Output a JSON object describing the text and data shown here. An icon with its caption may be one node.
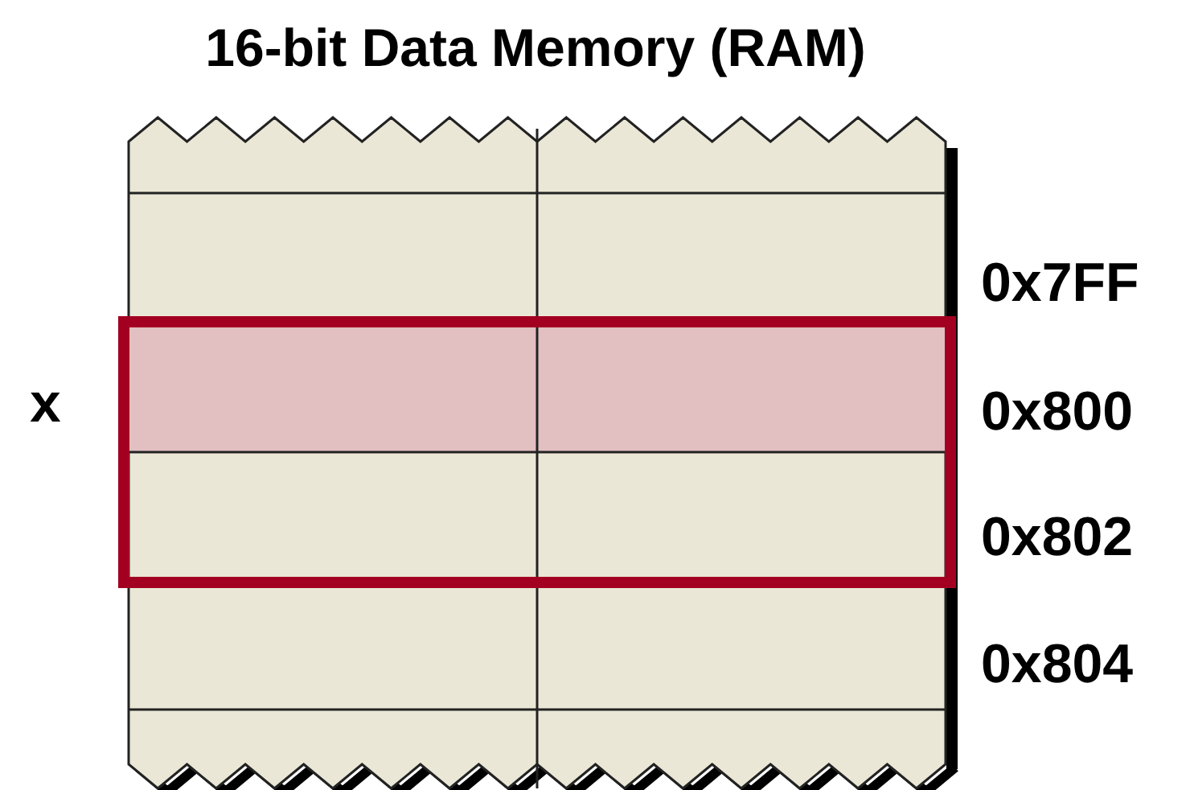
{
  "diagram": {
    "title": "16-bit Data Memory (RAM)",
    "labels": [
      "x",
      "0x7FF",
      "0x800",
      "0x802",
      "0x804"
    ]
  }
}
